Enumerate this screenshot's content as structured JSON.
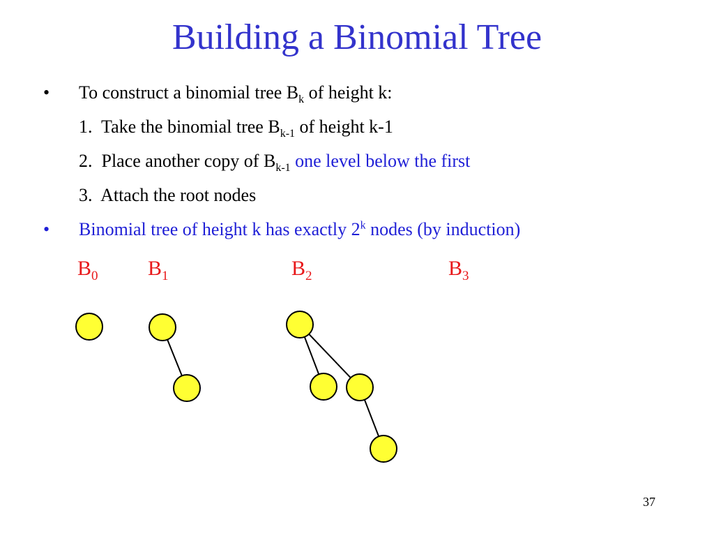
{
  "slide": {
    "title": "Building a Binomial Tree",
    "page_number": "37"
  },
  "bullets": {
    "b1": {
      "marker": "•",
      "text_before": "To construct a binomial tree B",
      "sub": "k",
      "text_after": " of height k:"
    },
    "steps": [
      {
        "num": "1.",
        "text_before": "Take the binomial tree B",
        "sub": "k-1",
        "text_after": " of height k-1",
        "colored_text": ""
      },
      {
        "num": "2.",
        "text_before": "Place another copy of B",
        "sub": "k-1",
        "text_after": " ",
        "colored_text": "one level below the first"
      },
      {
        "num": "3.",
        "text_before": "Attach the root nodes",
        "sub": "",
        "text_after": "",
        "colored_text": ""
      }
    ],
    "b2": {
      "marker": "•",
      "text_before": "Binomial tree of height k has exactly 2",
      "sup": "k",
      "text_after": " nodes (by induction)"
    }
  },
  "trees": [
    {
      "label": "B",
      "sub": "0"
    },
    {
      "label": "B",
      "sub": "1"
    },
    {
      "label": "B",
      "sub": "2"
    },
    {
      "label": "B",
      "sub": "3"
    }
  ],
  "colors": {
    "title": "#3333cc",
    "highlight": "#1f1fd6",
    "tree_label": "#e8191b",
    "node_fill": "#ffff33",
    "node_stroke": "#000000"
  }
}
